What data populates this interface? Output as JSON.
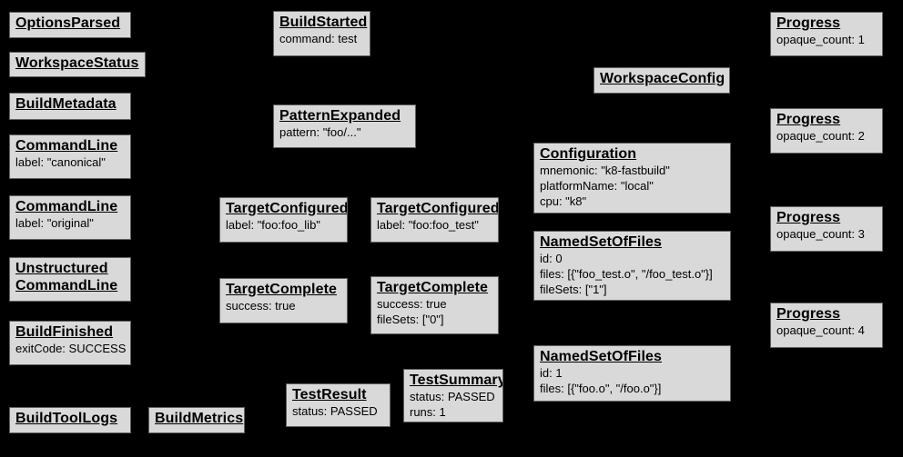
{
  "canvas": {
    "background": "#000000",
    "node_fill": "#d9d9d9",
    "node_border": "#606060",
    "text_color": "#000000"
  },
  "nodes": [
    {
      "title": "OptionsParsed",
      "body": ""
    },
    {
      "title": "WorkspaceStatus",
      "body": ""
    },
    {
      "title": "BuildMetadata",
      "body": ""
    },
    {
      "title": "CommandLine",
      "body": "label: \"canonical\""
    },
    {
      "title": "CommandLine",
      "body": "label: \"original\""
    },
    {
      "title": "Unstructured\nCommandLine",
      "body": ""
    },
    {
      "title": "BuildFinished",
      "body": "exitCode: SUCCESS"
    },
    {
      "title": "BuildToolLogs",
      "body": ""
    },
    {
      "title": "BuildMetrics",
      "body": ""
    },
    {
      "title": "BuildStarted",
      "body": "command: test"
    },
    {
      "title": "PatternExpanded",
      "body": "pattern: \"foo/...\""
    },
    {
      "title": "TargetConfigured",
      "body": "label: \"foo:foo_lib\""
    },
    {
      "title": "TargetConfigured",
      "body": "label: \"foo:foo_test\""
    },
    {
      "title": "TargetComplete",
      "body": "success: true"
    },
    {
      "title": "TargetComplete",
      "body": "success: true\nfileSets: [\"0\"]"
    },
    {
      "title": "TestResult",
      "body": "status: PASSED"
    },
    {
      "title": "TestSummary",
      "body": "status: PASSED\nruns: 1"
    },
    {
      "title": "WorkspaceConfig",
      "body": ""
    },
    {
      "title": "Configuration",
      "body": "mnemonic: \"k8-fastbuild\"\nplatformName: \"local\"\ncpu: \"k8\""
    },
    {
      "title": "NamedSetOfFiles",
      "body": "id: 0\nfiles: [{\"foo_test.o\", \"/foo_test.o\"}]\nfileSets: [\"1\"]"
    },
    {
      "title": "NamedSetOfFiles",
      "body": "id: 1\nfiles: [{\"foo.o\", \"/foo.o\"}]"
    },
    {
      "title": "Progress",
      "body": "opaque_count: 1"
    },
    {
      "title": "Progress",
      "body": "opaque_count: 2"
    },
    {
      "title": "Progress",
      "body": "opaque_count: 3"
    },
    {
      "title": "Progress",
      "body": "opaque_count: 4"
    }
  ]
}
